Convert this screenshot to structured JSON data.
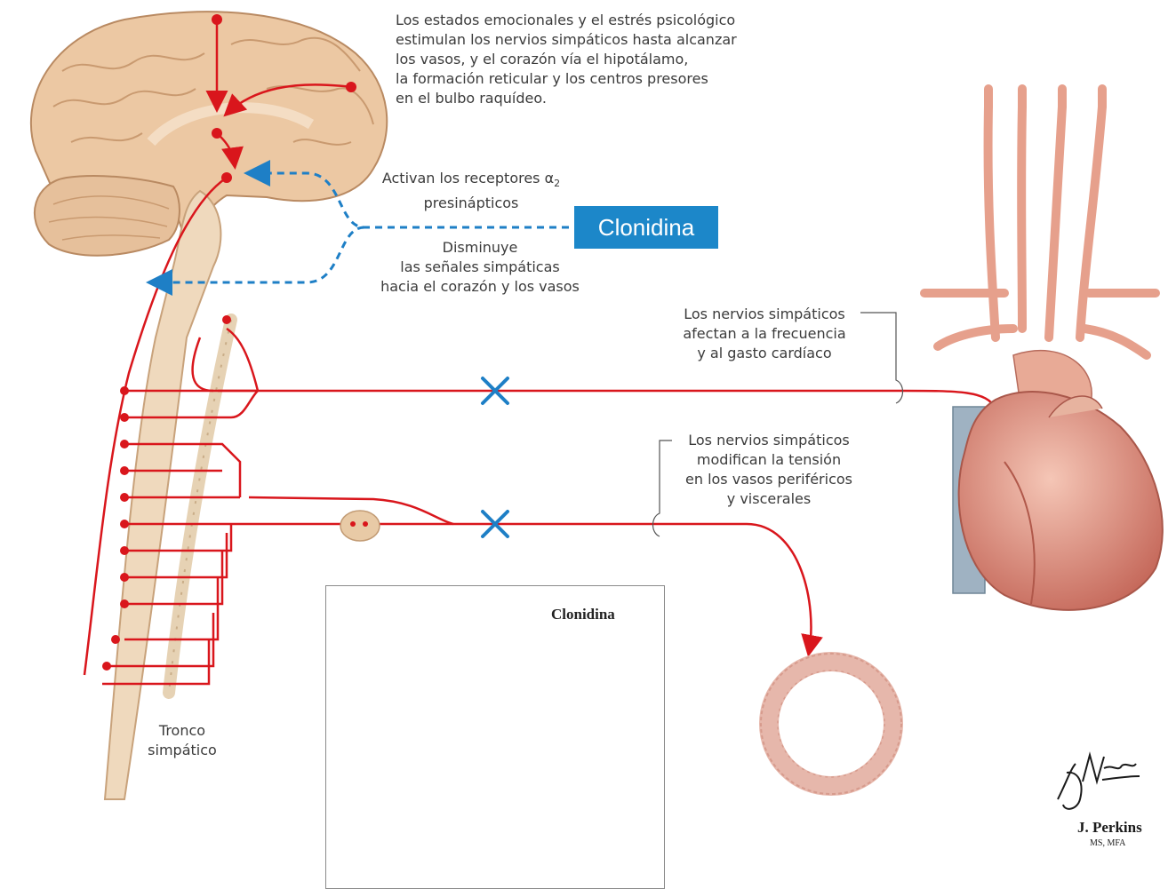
{
  "labels": {
    "top_note": [
      "Los estados emocionales y el estrés psicológico",
      "estimulan los nervios simpáticos hasta alcanzar",
      "los vasos,  y el corazón vía el hipotálamo,",
      "la formación reticular y los centros presores",
      "en el bulbo raquídeo."
    ],
    "activate": [
      "Activan los receptores α",
      "2",
      "presinápticos"
    ],
    "drug_badge": "Clonidina",
    "decrease": [
      "Disminuye",
      "las señales simpáticas",
      "hacia el corazón y los vasos"
    ],
    "heart_note": [
      "Los nervios simpáticos",
      "afectan a la frecuencia",
      "y al gasto cardíaco"
    ],
    "vessel_note": [
      "Los nervios simpáticos",
      "modifican la tensión",
      "en los vasos periféricos",
      "y viscerales"
    ],
    "trunk": [
      "Tronco",
      "simpático"
    ],
    "molecule_title": "Clonidina",
    "signature": "J. Perkins",
    "signature_credential": "MS, MFA"
  },
  "colors": {
    "nerve": "#d9161c",
    "inhibition": "#1e7fc6",
    "badge": "#1c87c9",
    "brain": "#e9c7a3",
    "heart": "#e9a18f",
    "carbon": "#8b8f95",
    "nitrogen": "#6f93d6",
    "chlorine": "#1f8f7a"
  }
}
